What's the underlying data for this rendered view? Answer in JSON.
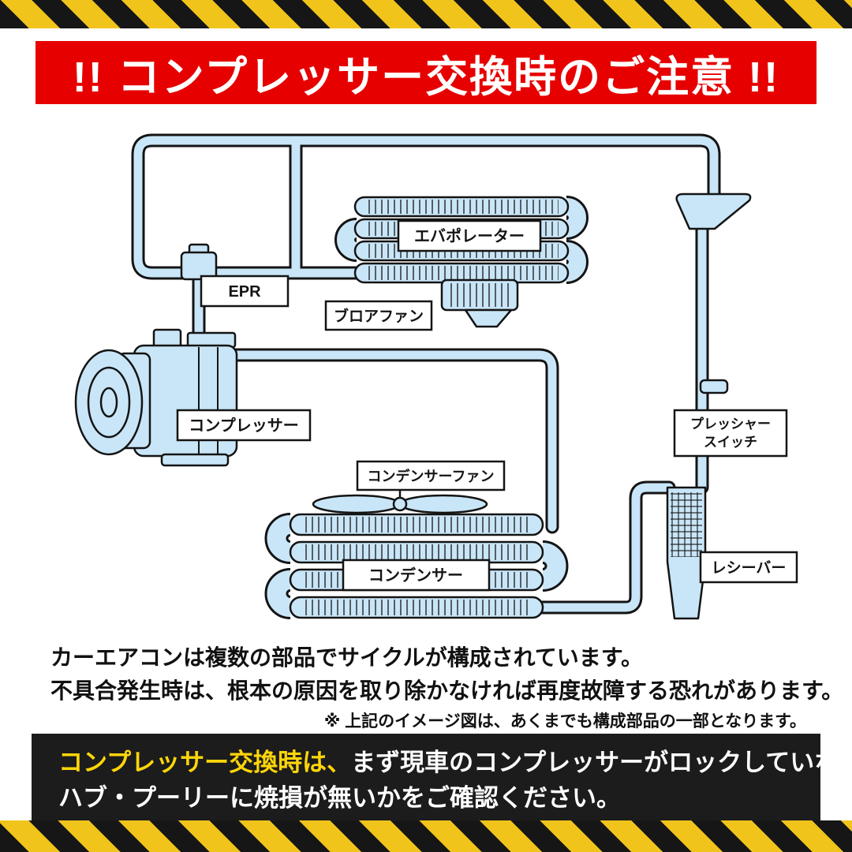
{
  "banner": {
    "title": "!! コンプレッサー交換時のご注意 !!",
    "bg_color": "#e60000",
    "text_color": "#ffffff"
  },
  "hazard": {
    "yellow": "#f0c41b",
    "black": "#161616"
  },
  "diagram": {
    "labels": {
      "evaporator": "エバポレーター",
      "epr": "EPR",
      "blower_fan": "ブロアファン",
      "compressor": "コンプレッサー",
      "condenser_fan": "コンデンサーファン",
      "condenser": "コンデンサー",
      "pressure_switch_line1": "プレッシャー",
      "pressure_switch_line2": "スイッチ",
      "receiver": "レシーバー"
    },
    "pipe_fill": "#c9e6f8",
    "outline_color": "#141414"
  },
  "body_text": {
    "line1": "カーエアコンは複数の部品でサイクルが構成されています。",
    "line2": "不具合発生時は、根本の原因を取り除かなければ再度故障する恐れがあります。",
    "note": "※ 上記のイメージ図は、あくまでも構成部品の一部となります。"
  },
  "warning_box": {
    "line1_highlight": "コンプレッサー交換時は、",
    "line1_rest": "まず現車のコンプレッサーがロックしていないか、",
    "line2": "ハブ・プーリーに焼損が無いかをご確認ください。",
    "bg_color": "#1c1c1c",
    "highlight_color": "#ffd60a",
    "text_color": "#ffffff"
  }
}
